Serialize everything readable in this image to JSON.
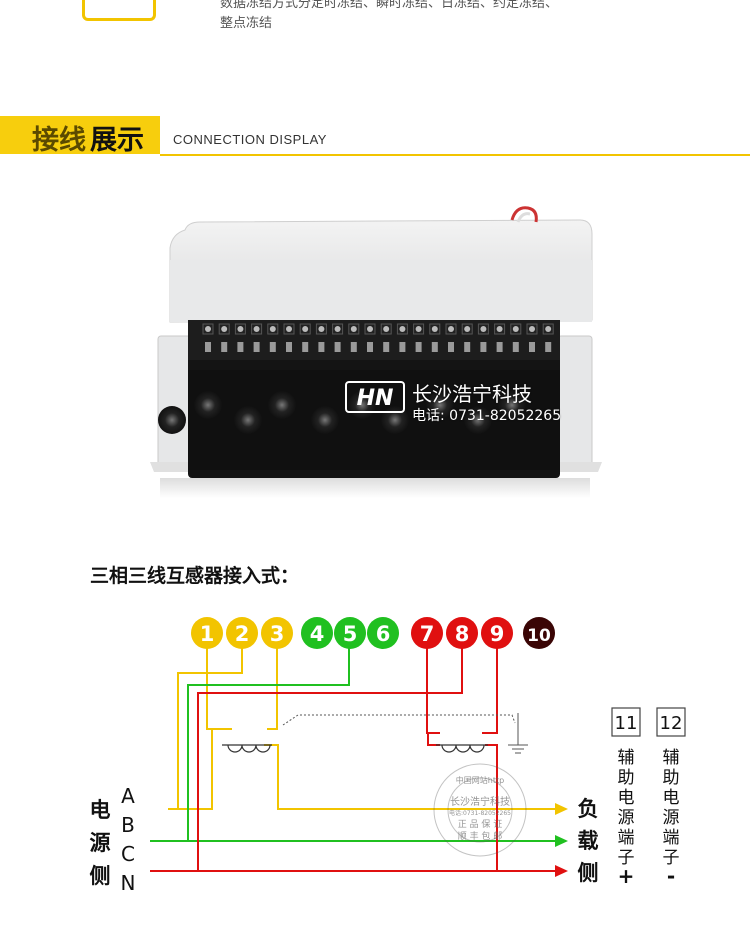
{
  "intro": {
    "line1": "数据冻结方式分定时冻结、瞬时冻结、日冻结、约定冻结、",
    "line2": "整点冻结"
  },
  "section": {
    "title_part1": "接线",
    "title_part2": "展示",
    "subtitle": "CONNECTION DISPLAY"
  },
  "photo": {
    "company": "长沙浩宁科技",
    "phone": "电话: 0731-82052265"
  },
  "diagram": {
    "title": "三相三线互感器接入式：",
    "terminals": [
      {
        "label": "1",
        "color": "#f2c400"
      },
      {
        "label": "2",
        "color": "#f2c400"
      },
      {
        "label": "3",
        "color": "#f2c400"
      },
      {
        "label": "4",
        "color": "#20c020"
      },
      {
        "label": "5",
        "color": "#20c020"
      },
      {
        "label": "6",
        "color": "#20c020"
      },
      {
        "label": "7",
        "color": "#e01010"
      },
      {
        "label": "8",
        "color": "#e01010"
      },
      {
        "label": "9",
        "color": "#e01010"
      },
      {
        "label": "10",
        "color": "#3a0505"
      }
    ],
    "source_side": [
      "电",
      "源",
      "侧"
    ],
    "load_side": [
      "负",
      "载",
      "侧"
    ],
    "phases": [
      "A",
      "B",
      "C",
      "N"
    ],
    "aux_terminals": [
      {
        "label": "11",
        "text": [
          "辅",
          "助",
          "电",
          "源",
          "端",
          "子",
          "+"
        ]
      },
      {
        "label": "12",
        "text": [
          "辅",
          "助",
          "电",
          "源",
          "端",
          "子",
          "-"
        ]
      }
    ],
    "stamp": {
      "top": "中国网站http",
      "name": "长沙浩宁科技",
      "phone": "电话:0731-82052265",
      "line1": "正 品 保 证",
      "line2": "顺 丰 包 邮"
    }
  },
  "colors": {
    "yellow": "#f2c400",
    "green": "#20c020",
    "red": "#e01010",
    "brown": "#3a0505",
    "accent": "#f7ce0d"
  }
}
